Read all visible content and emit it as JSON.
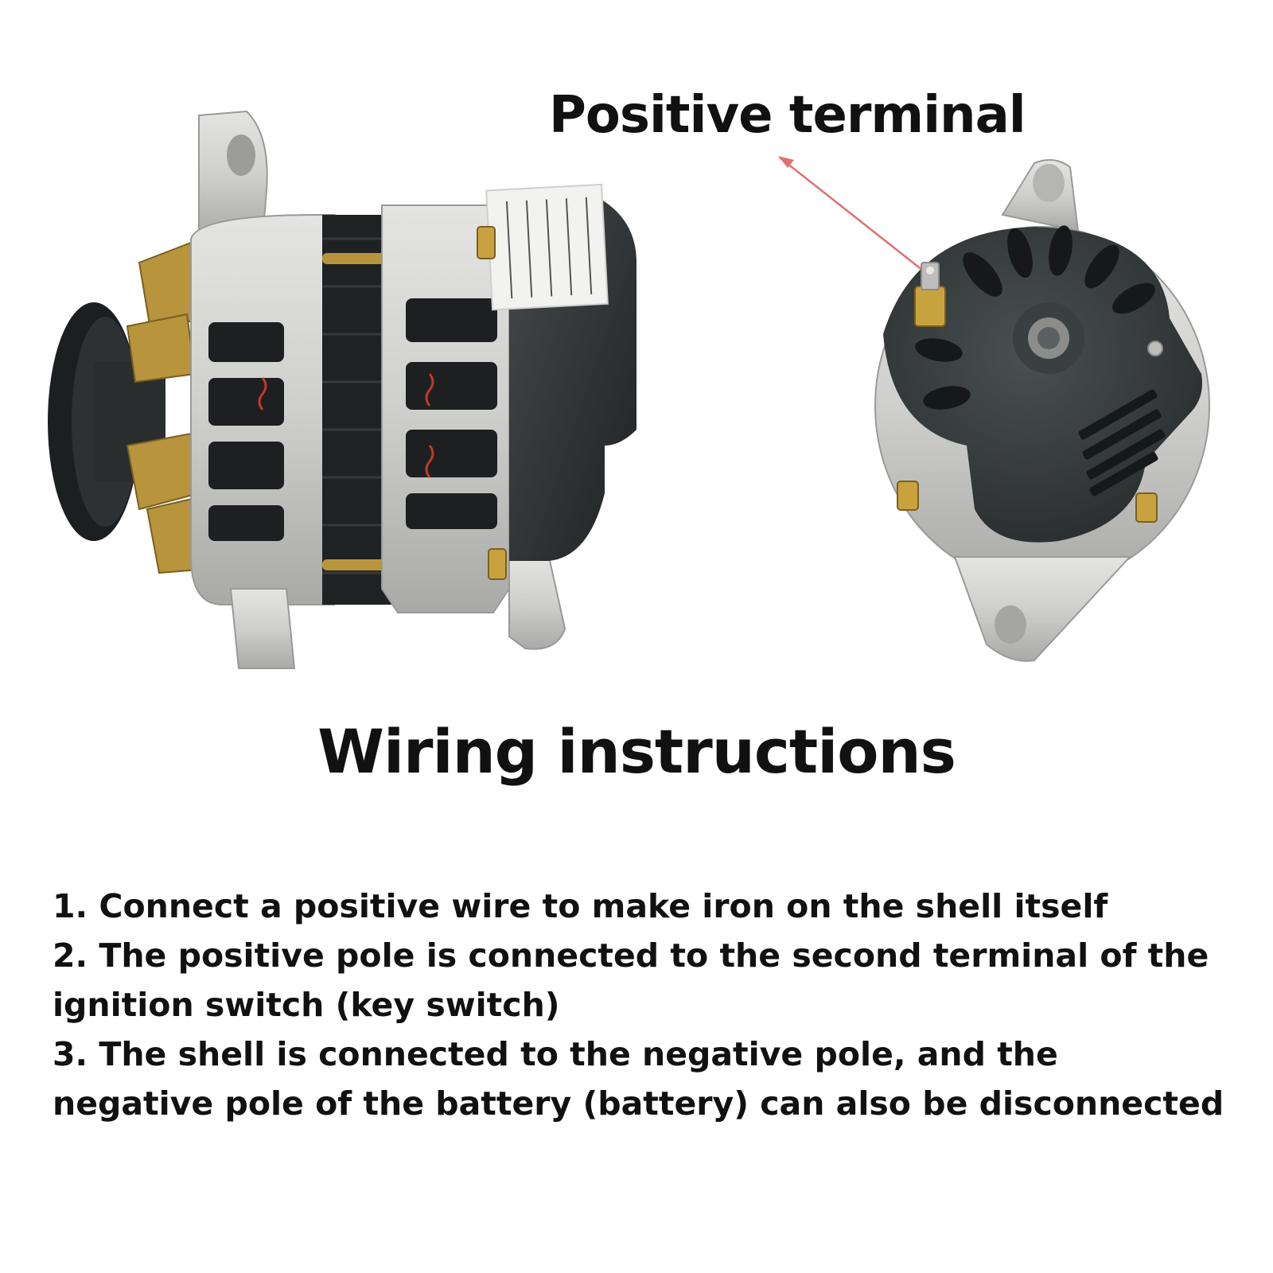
{
  "callout": {
    "label": "Positive terminal"
  },
  "heading": "Wiring instructions",
  "steps": [
    "1. Connect a positive wire to make iron on the shell itself",
    "2. The positive pole is connected to the second terminal of the ignition switch (key switch)",
    "3. The shell is connected to the negative pole, and the negative pole of the battery (battery) can also be disconnected"
  ],
  "colors": {
    "aluminum": "#d2d2d0",
    "black_plastic": "#2e3233",
    "brass": "#b8943c",
    "arrow": "#e07070"
  }
}
